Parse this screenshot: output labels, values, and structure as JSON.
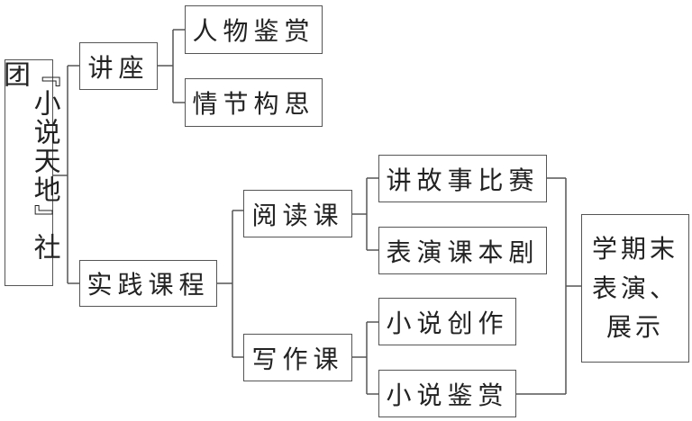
{
  "root": {
    "label": "『小说天地』社团"
  },
  "branches": {
    "lecture": {
      "label": "讲座",
      "children": [
        "人物鉴赏",
        "情节构思"
      ]
    },
    "practice": {
      "label": "实践课程",
      "reading": {
        "label": "阅读课",
        "children": [
          "讲故事比赛",
          "表演课本剧"
        ]
      },
      "writing": {
        "label": "写作课",
        "children": [
          "小说创作",
          "小说鉴赏"
        ]
      }
    }
  },
  "final": {
    "lines": [
      "学期末",
      "表演、",
      "展示"
    ]
  }
}
